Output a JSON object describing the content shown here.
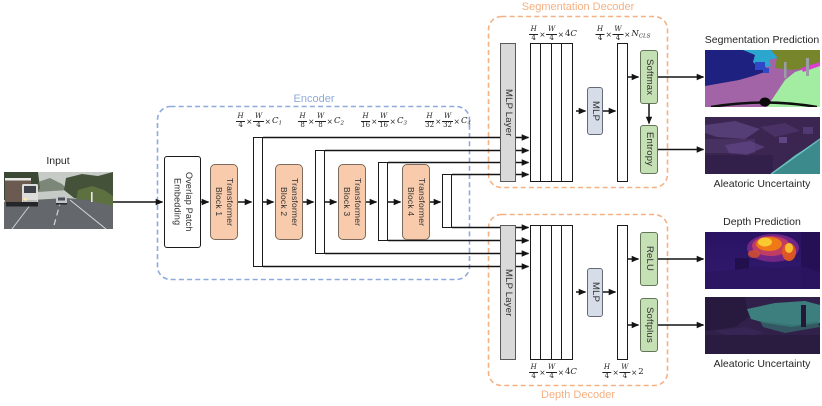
{
  "diagram": {
    "input_label": "Input",
    "times": "×"
  },
  "encoder": {
    "title": "Encoder",
    "patch_embed": {
      "line1": "Overlap Patch",
      "line2": "Embedding"
    },
    "blocks": [
      {
        "line1": "Transformer",
        "line2": "Block 1"
      },
      {
        "line1": "Transformer",
        "line2": "Block 2"
      },
      {
        "line1": "Transformer",
        "line2": "Block 3"
      },
      {
        "line1": "Transformer",
        "line2": "Block 4"
      }
    ],
    "feature_labels": [
      {
        "f1n": "H",
        "f1d": "4",
        "f2n": "W",
        "f2d": "4",
        "cpre": "",
        "cit": "C",
        "sub": "1"
      },
      {
        "f1n": "H",
        "f1d": "8",
        "f2n": "W",
        "f2d": "8",
        "cpre": "",
        "cit": "C",
        "sub": "2"
      },
      {
        "f1n": "H",
        "f1d": "16",
        "f2n": "W",
        "f2d": "16",
        "cpre": "",
        "cit": "C",
        "sub": "3"
      },
      {
        "f1n": "H",
        "f1d": "32",
        "f2n": "W",
        "f2d": "32",
        "cpre": "",
        "cit": "C",
        "sub": "4"
      }
    ]
  },
  "seg_decoder": {
    "title": "Segmentation Decoder",
    "mlp_layer": "MLP Layer",
    "mlp": "MLP",
    "softmax": "Softmax",
    "entropy": "Entropy",
    "concat_label": {
      "f1n": "H",
      "f1d": "4",
      "f2n": "W",
      "f2d": "4",
      "cpre": "4",
      "cit": "C",
      "sub": ""
    },
    "out_label": {
      "f1n": "H",
      "f1d": "4",
      "f2n": "W",
      "f2d": "4",
      "cpre": "",
      "cit": "N",
      "sub": "CLS"
    }
  },
  "depth_decoder": {
    "title": "Depth Decoder",
    "mlp_layer": "MLP Layer",
    "mlp": "MLP",
    "relu": "ReLU",
    "softplus": "Softplus",
    "concat_label": {
      "f1n": "H",
      "f1d": "4",
      "f2n": "W",
      "f2d": "4",
      "cpre": "4",
      "cit": "C",
      "sub": ""
    },
    "out_label": {
      "f1n": "H",
      "f1d": "4",
      "f2n": "W",
      "f2d": "4",
      "cpre": "2",
      "cit": "",
      "sub": ""
    }
  },
  "outputs": {
    "seg_pred_label": "Segmentation Prediction",
    "seg_unc_label": "Aleatoric Uncertainty",
    "depth_pred_label": "Depth Prediction",
    "depth_unc_label": "Aleatoric Uncertainty"
  },
  "colors": {
    "encoder_accent": "#8FAADC",
    "decoder_accent": "#F4B183",
    "transformer_fill": "#F8CBAD",
    "activation_fill": "#C5E0B4",
    "mlp_fill": "#D6DCE8",
    "mlp_layer_fill": "#D9D9D9"
  }
}
